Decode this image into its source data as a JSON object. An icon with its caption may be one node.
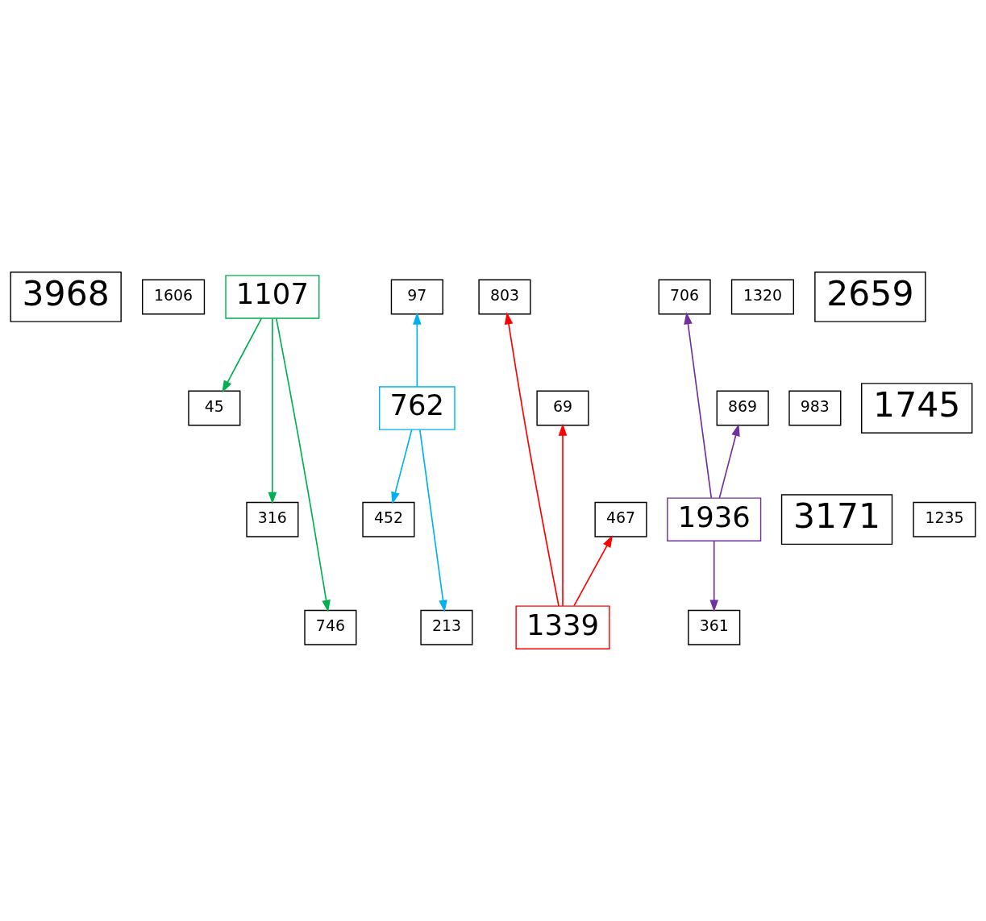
{
  "diagram": {
    "nodes": [
      {
        "text": [
          "3968"
        ]
      },
      {
        "text": [
          "1606"
        ]
      },
      {
        "text": [
          "1107"
        ]
      },
      {
        "text": [
          "97"
        ]
      },
      {
        "text": [
          "803"
        ]
      },
      {
        "text": [
          "706"
        ]
      },
      {
        "text": [
          "45"
        ]
      },
      {
        "text": [
          "983"
        ]
      },
      {
        "text": [
          "869"
        ]
      },
      {
        "text": [
          "69"
        ]
      },
      {
        "text": [
          "1745"
        ]
      },
      {
        "text": [
          "762"
        ]
      },
      {
        "text": [
          "1936"
        ]
      },
      {
        "text": [
          "3171"
        ]
      },
      {
        "text": [
          "316"
        ]
      },
      {
        "text": [
          "452"
        ]
      },
      {
        "text": [
          "1235"
        ]
      },
      {
        "text": [
          "467"
        ]
      },
      {
        "text": [
          "213"
        ]
      },
      {
        "text": [
          "746"
        ]
      },
      {
        "text": [
          "361"
        ]
      },
      {
        "text": [
          "1339"
        ]
      },
      {
        "text": [
          "1320"
        ]
      },
      {
        "text": [
          "2659"
        ]
      }
    ],
    "edges": [
      {
        "from": 2,
        "to": 6,
        "arrow": "to",
        "color": "#00b050"
      },
      {
        "from": 2,
        "to": 19,
        "arrow": "to",
        "color": "#00b050"
      },
      {
        "from": 2,
        "to": 14,
        "arrow": "to",
        "color": "#00b050"
      },
      {
        "from": 11,
        "to": 3,
        "arrow": "to",
        "color": "#00b0f0"
      },
      {
        "from": 11,
        "to": 15,
        "arrow": "to",
        "color": "#00b0f0"
      },
      {
        "from": 11,
        "to": 18,
        "arrow": "to",
        "color": "#00b0f0"
      },
      {
        "from": 12,
        "to": 5,
        "arrow": "to",
        "color": "#7030a0"
      },
      {
        "from": 12,
        "to": 8,
        "arrow": "to",
        "color": "#7030a0"
      },
      {
        "from": 12,
        "to": 20,
        "arrow": "to",
        "color": "#7030a0"
      },
      {
        "from": 21,
        "to": 9,
        "arrow": "to",
        "color": "#ff0000"
      },
      {
        "from": 21,
        "to": 4,
        "arrow": "to",
        "color": "#ff0000"
      },
      {
        "from": 21,
        "to": 17,
        "arrow": "to",
        "color": "#ff0000"
      }
    ]
  }
}
